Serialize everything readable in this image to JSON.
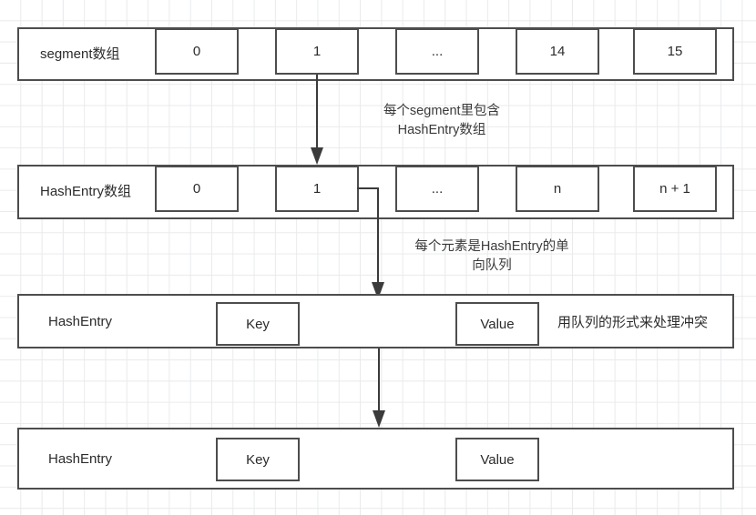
{
  "diagram": {
    "title": "ConcurrentHashMap segment / HashEntry structure",
    "accent_color": "#4d4d4d",
    "grid_color": "#e9eaec",
    "text_color": "#2b2b2b"
  },
  "rows": [
    {
      "name": "segment-array-row",
      "label": "segment数组",
      "cells": [
        {
          "value": "0"
        },
        {
          "value": "1"
        },
        {
          "value": "..."
        },
        {
          "value": "14"
        },
        {
          "value": "15"
        }
      ]
    },
    {
      "name": "hashentry-array-row",
      "label": "HashEntry数组",
      "cells": [
        {
          "value": "0"
        },
        {
          "value": "1"
        },
        {
          "value": "..."
        },
        {
          "value": "n"
        },
        {
          "value": "n + 1"
        }
      ]
    },
    {
      "name": "hashentry-node-row-1",
      "label": "HashEntry",
      "cells": [
        {
          "value": "Key"
        },
        {
          "value": "Value"
        }
      ],
      "side_note": "用队列的形式来处理冲突"
    },
    {
      "name": "hashentry-node-row-2",
      "label": "HashEntry",
      "cells": [
        {
          "value": "Key"
        },
        {
          "value": "Value"
        }
      ]
    }
  ],
  "annotations": [
    {
      "name": "segment-to-hashentry-note",
      "text": "每个segment里包含\nHashEntry数组"
    },
    {
      "name": "hashentry-to-node-note",
      "text": "每个元素是HashEntry的单\n向队列"
    }
  ]
}
